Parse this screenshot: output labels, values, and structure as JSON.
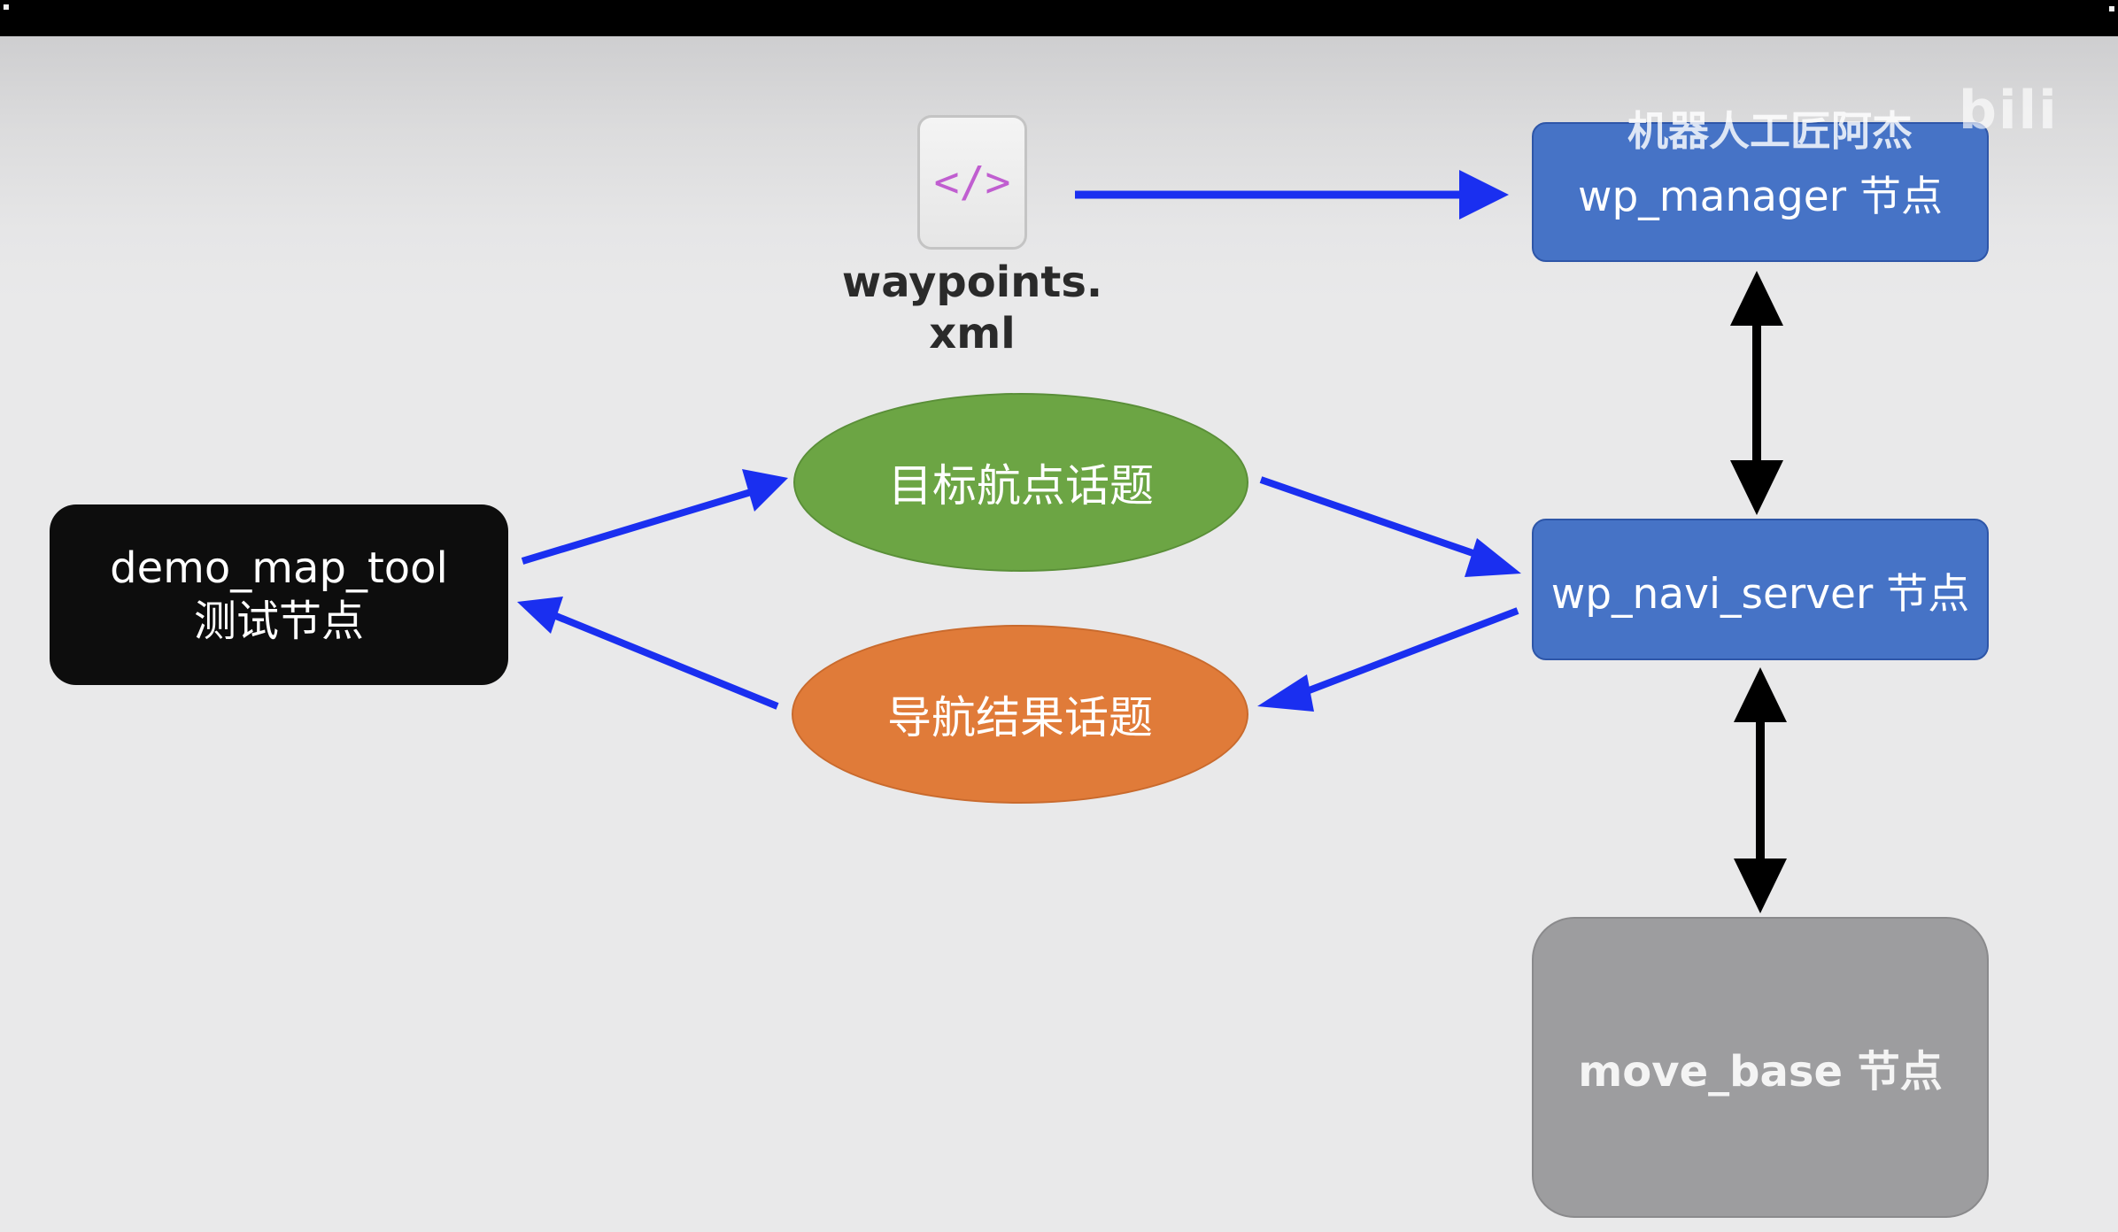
{
  "nodes": {
    "wp_manager": "wp_manager 节点",
    "wp_navi_server": "wp_navi_server 节点",
    "demo_line1": "demo_map_tool",
    "demo_line2": "测试节点",
    "move_base": "move_base 节点"
  },
  "topics": {
    "goal": "目标航点话题",
    "result": "导航结果话题"
  },
  "file": {
    "icon_glyph": "</>",
    "name_line1": "waypoints.",
    "name_line2": "xml"
  },
  "watermark": {
    "text": "机器人工匠阿杰",
    "logo_text": "bili"
  },
  "colors": {
    "blue_node": "#4673c6",
    "green_topic": "#6ca544",
    "orange_topic": "#e07b39",
    "demo_node": "#0d0d0d",
    "move_base_node": "#9d9d9f",
    "blue_arrow": "#1a2ff0",
    "black_arrow": "#000000"
  },
  "icons": [
    "code-file-icon"
  ]
}
